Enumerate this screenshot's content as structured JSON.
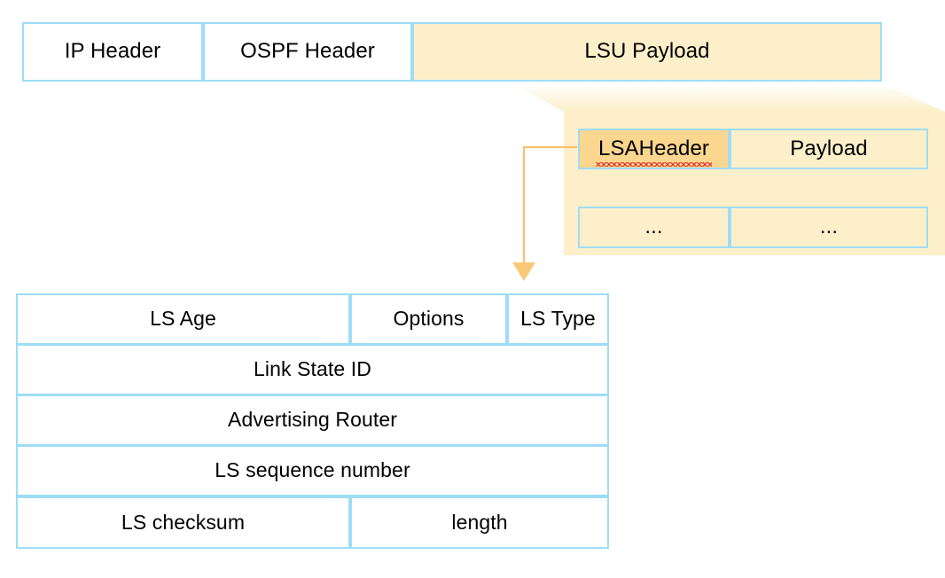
{
  "diagram": {
    "title": "OSPF LSU packet structure and LSA header expansion",
    "colors": {
      "border": "#9DDDF7",
      "cream_fill": "#FCEFC9",
      "amber_fill": "#FBD68F",
      "connector": "#F7C16A",
      "spellcheck_underline": "#ED1C24",
      "text": "#000000",
      "background": "#FFFFFF"
    }
  },
  "packet_row": {
    "name": "ospf-lsu-packet",
    "fields": [
      {
        "label": "IP Header",
        "fill": "white"
      },
      {
        "label": "OSPF Header",
        "fill": "white"
      },
      {
        "label": "LSU Payload",
        "fill": "cream"
      }
    ]
  },
  "lsa_panel": {
    "name": "lsu-payload-expansion",
    "rows": [
      {
        "left": "LSAHeader",
        "right": "Payload",
        "left_highlighted": true,
        "left_misspelled": true
      },
      {
        "left": "...",
        "right": "...",
        "left_highlighted": false,
        "left_misspelled": false
      }
    ]
  },
  "lsa_header_table": {
    "name": "lsa-header-fields",
    "rows": [
      {
        "cells": [
          {
            "label": "LS Age"
          },
          {
            "label": "Options"
          },
          {
            "label": "LS Type"
          }
        ]
      },
      {
        "cells": [
          {
            "label": "Link State ID"
          }
        ]
      },
      {
        "cells": [
          {
            "label": "Advertising Router"
          }
        ]
      },
      {
        "cells": [
          {
            "label": "LS sequence number"
          }
        ]
      },
      {
        "cells": [
          {
            "label": "LS checksum"
          },
          {
            "label": "length"
          }
        ]
      }
    ]
  },
  "connector": {
    "name": "lsa-header-detail-connector",
    "from": "LSAHeader",
    "to": "LS Age",
    "arrow_direction": "down"
  }
}
